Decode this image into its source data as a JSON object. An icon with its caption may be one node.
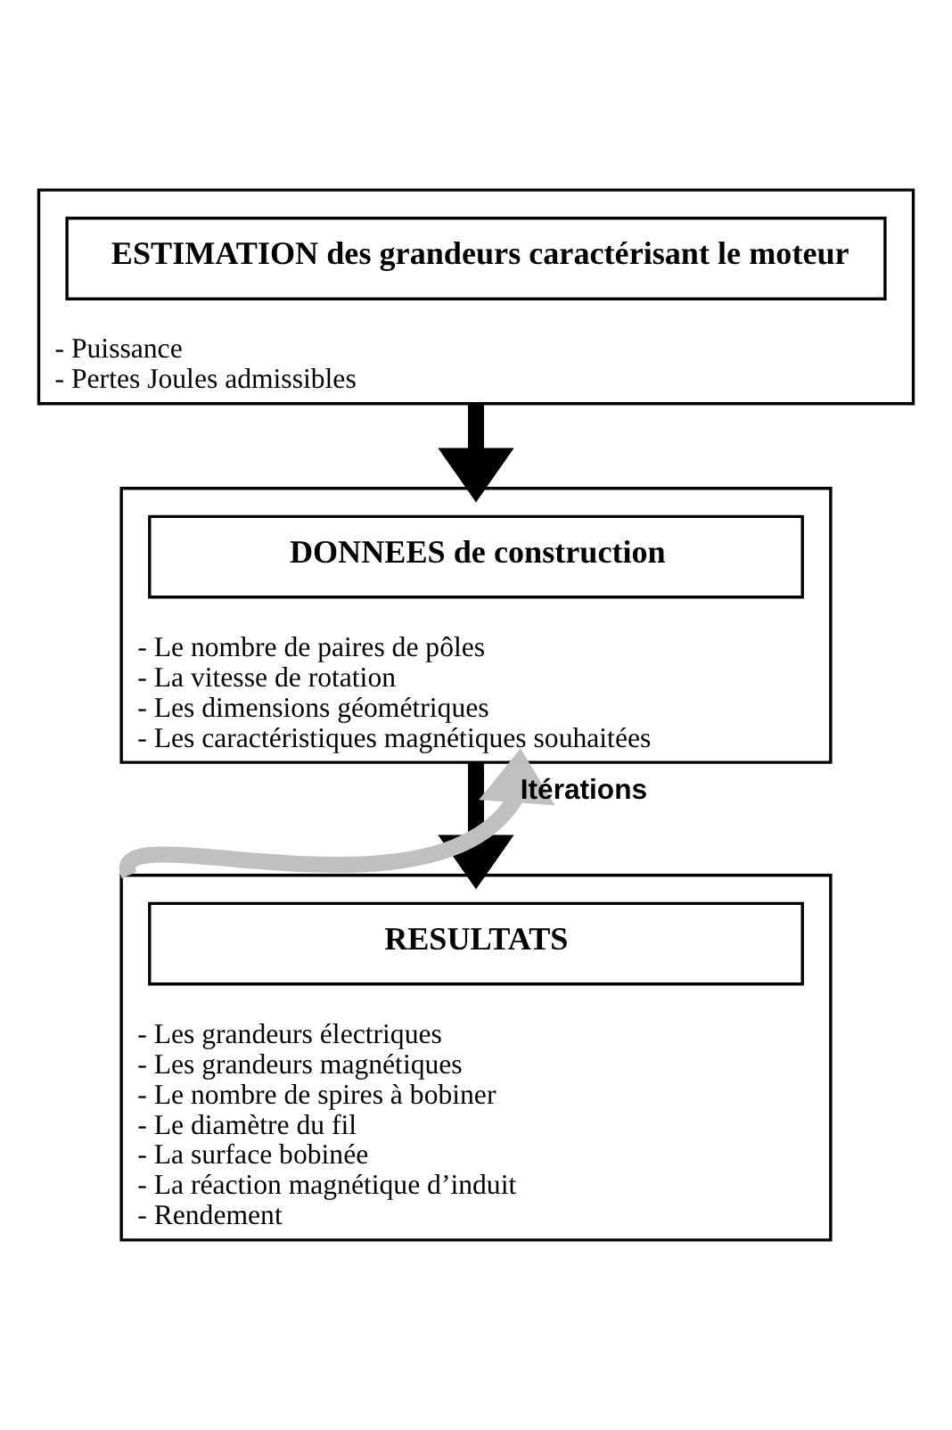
{
  "diagram": {
    "nodes": [
      {
        "text": [
          "- Puissance",
          "- Pertes Joules admissibles"
        ]
      },
      {
        "text": [
          "ESTIMATION des grandeurs caractérisant le moteur"
        ],
        "in": 0
      },
      {
        "text": [
          "- Le nombre de paires de pôles",
          "- La vitesse de rotation",
          "- Les dimensions géométriques",
          "- Les caractéristiques magnétiques souhaitées"
        ]
      },
      {
        "text": [
          "DONNEES de construction"
        ],
        "in": 2
      },
      {
        "text": [
          "- Les grandeurs électriques",
          "- Les grandeurs magnétiques",
          "- Le nombre de spires à bobiner",
          "- Le diamètre du fil",
          "- La surface bobinée",
          "- La réaction magnétique d’induit",
          "- Rendement"
        ]
      },
      {
        "text": [
          "RESULTATS"
        ],
        "in": 4
      }
    ],
    "edges": [
      {
        "from": 0,
        "to": 2,
        "arrow": "to"
      },
      {
        "from": 2,
        "to": 4,
        "arrow": "to"
      },
      {
        "from": 4,
        "to": 2,
        "arrow": "to",
        "label": "Itérations",
        "color": "#c0c0c0"
      }
    ]
  }
}
